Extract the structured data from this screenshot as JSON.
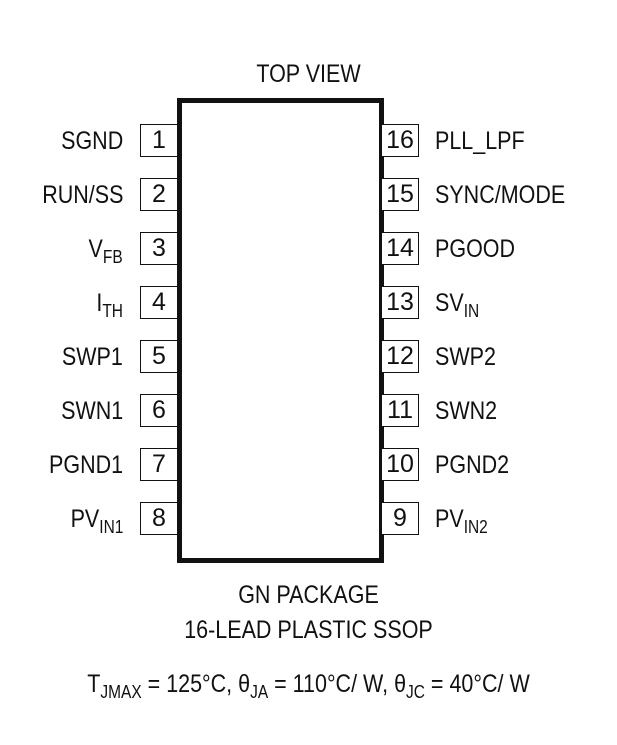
{
  "header": {
    "title": "TOP VIEW"
  },
  "left_pins": [
    {
      "num": "1",
      "name": "SGND"
    },
    {
      "num": "2",
      "name": "RUN/SS"
    },
    {
      "num": "3",
      "name": "V",
      "sub": "FB"
    },
    {
      "num": "4",
      "name": "I",
      "sub": "TH"
    },
    {
      "num": "5",
      "name": "SWP1"
    },
    {
      "num": "6",
      "name": "SWN1"
    },
    {
      "num": "7",
      "name": "PGND1"
    },
    {
      "num": "8",
      "name": "PV",
      "sub": "IN1"
    }
  ],
  "right_pins": [
    {
      "num": "16",
      "name": "PLL_LPF"
    },
    {
      "num": "15",
      "name": "SYNC/MODE"
    },
    {
      "num": "14",
      "name": "PGOOD"
    },
    {
      "num": "13",
      "name": "SV",
      "sub": "IN"
    },
    {
      "num": "12",
      "name": "SWP2"
    },
    {
      "num": "11",
      "name": "SWN2"
    },
    {
      "num": "10",
      "name": "PGND2"
    },
    {
      "num": "9",
      "name": "PV",
      "sub": "IN2"
    }
  ],
  "footer": {
    "package": "GN PACKAGE",
    "description": "16-LEAD PLASTIC SSOP",
    "thermal": {
      "t_main": "T",
      "t_sub": "JMAX",
      "t_value": " = 125°C, θ",
      "ja_sub": "JA",
      "ja_value": " = 110°C/ W, θ",
      "jc_sub": "JC",
      "jc_value": " = 40°C/ W"
    }
  }
}
